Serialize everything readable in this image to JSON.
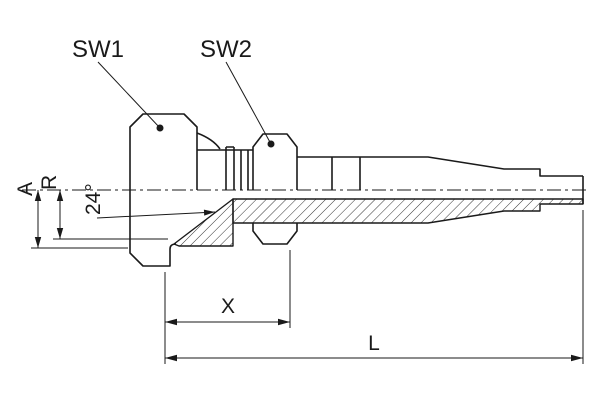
{
  "callouts": {
    "sw1": "SW1",
    "sw2": "SW2"
  },
  "dimensions": {
    "a": "A",
    "r": "R",
    "cone_angle": "24°",
    "x": "X",
    "l": "L"
  },
  "colors": {
    "line": "#1a1a1a",
    "background": "#ffffff",
    "hatch": "#333333"
  }
}
